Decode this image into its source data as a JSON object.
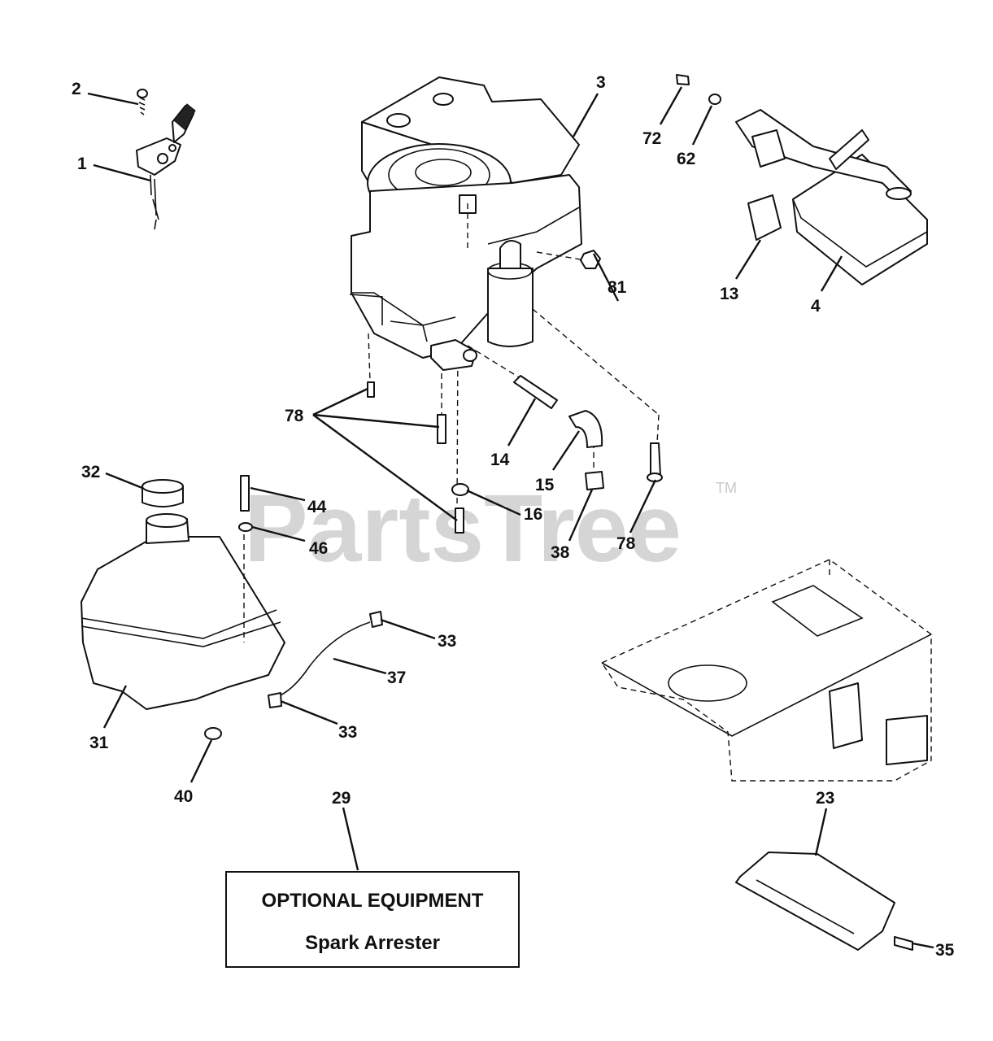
{
  "watermark": {
    "text": "PartsTree",
    "tm": "TM"
  },
  "optional_box": {
    "title": "OPTIONAL EQUIPMENT",
    "subtitle": "Spark Arrester"
  },
  "callouts": [
    {
      "id": "c-2",
      "label": "2"
    },
    {
      "id": "c-1",
      "label": "1"
    },
    {
      "id": "c-3",
      "label": "3"
    },
    {
      "id": "c-72",
      "label": "72"
    },
    {
      "id": "c-62",
      "label": "62"
    },
    {
      "id": "c-13",
      "label": "13"
    },
    {
      "id": "c-4",
      "label": "4"
    },
    {
      "id": "c-81",
      "label": "81"
    },
    {
      "id": "c-78a",
      "label": "78"
    },
    {
      "id": "c-14",
      "label": "14"
    },
    {
      "id": "c-15",
      "label": "15"
    },
    {
      "id": "c-32",
      "label": "32"
    },
    {
      "id": "c-44",
      "label": "44"
    },
    {
      "id": "c-46",
      "label": "46"
    },
    {
      "id": "c-16",
      "label": "16"
    },
    {
      "id": "c-38",
      "label": "38"
    },
    {
      "id": "c-78b",
      "label": "78"
    },
    {
      "id": "c-33a",
      "label": "33"
    },
    {
      "id": "c-37",
      "label": "37"
    },
    {
      "id": "c-31",
      "label": "31"
    },
    {
      "id": "c-33b",
      "label": "33"
    },
    {
      "id": "c-40",
      "label": "40"
    },
    {
      "id": "c-29",
      "label": "29"
    },
    {
      "id": "c-23",
      "label": "23"
    },
    {
      "id": "c-35",
      "label": "35"
    }
  ]
}
